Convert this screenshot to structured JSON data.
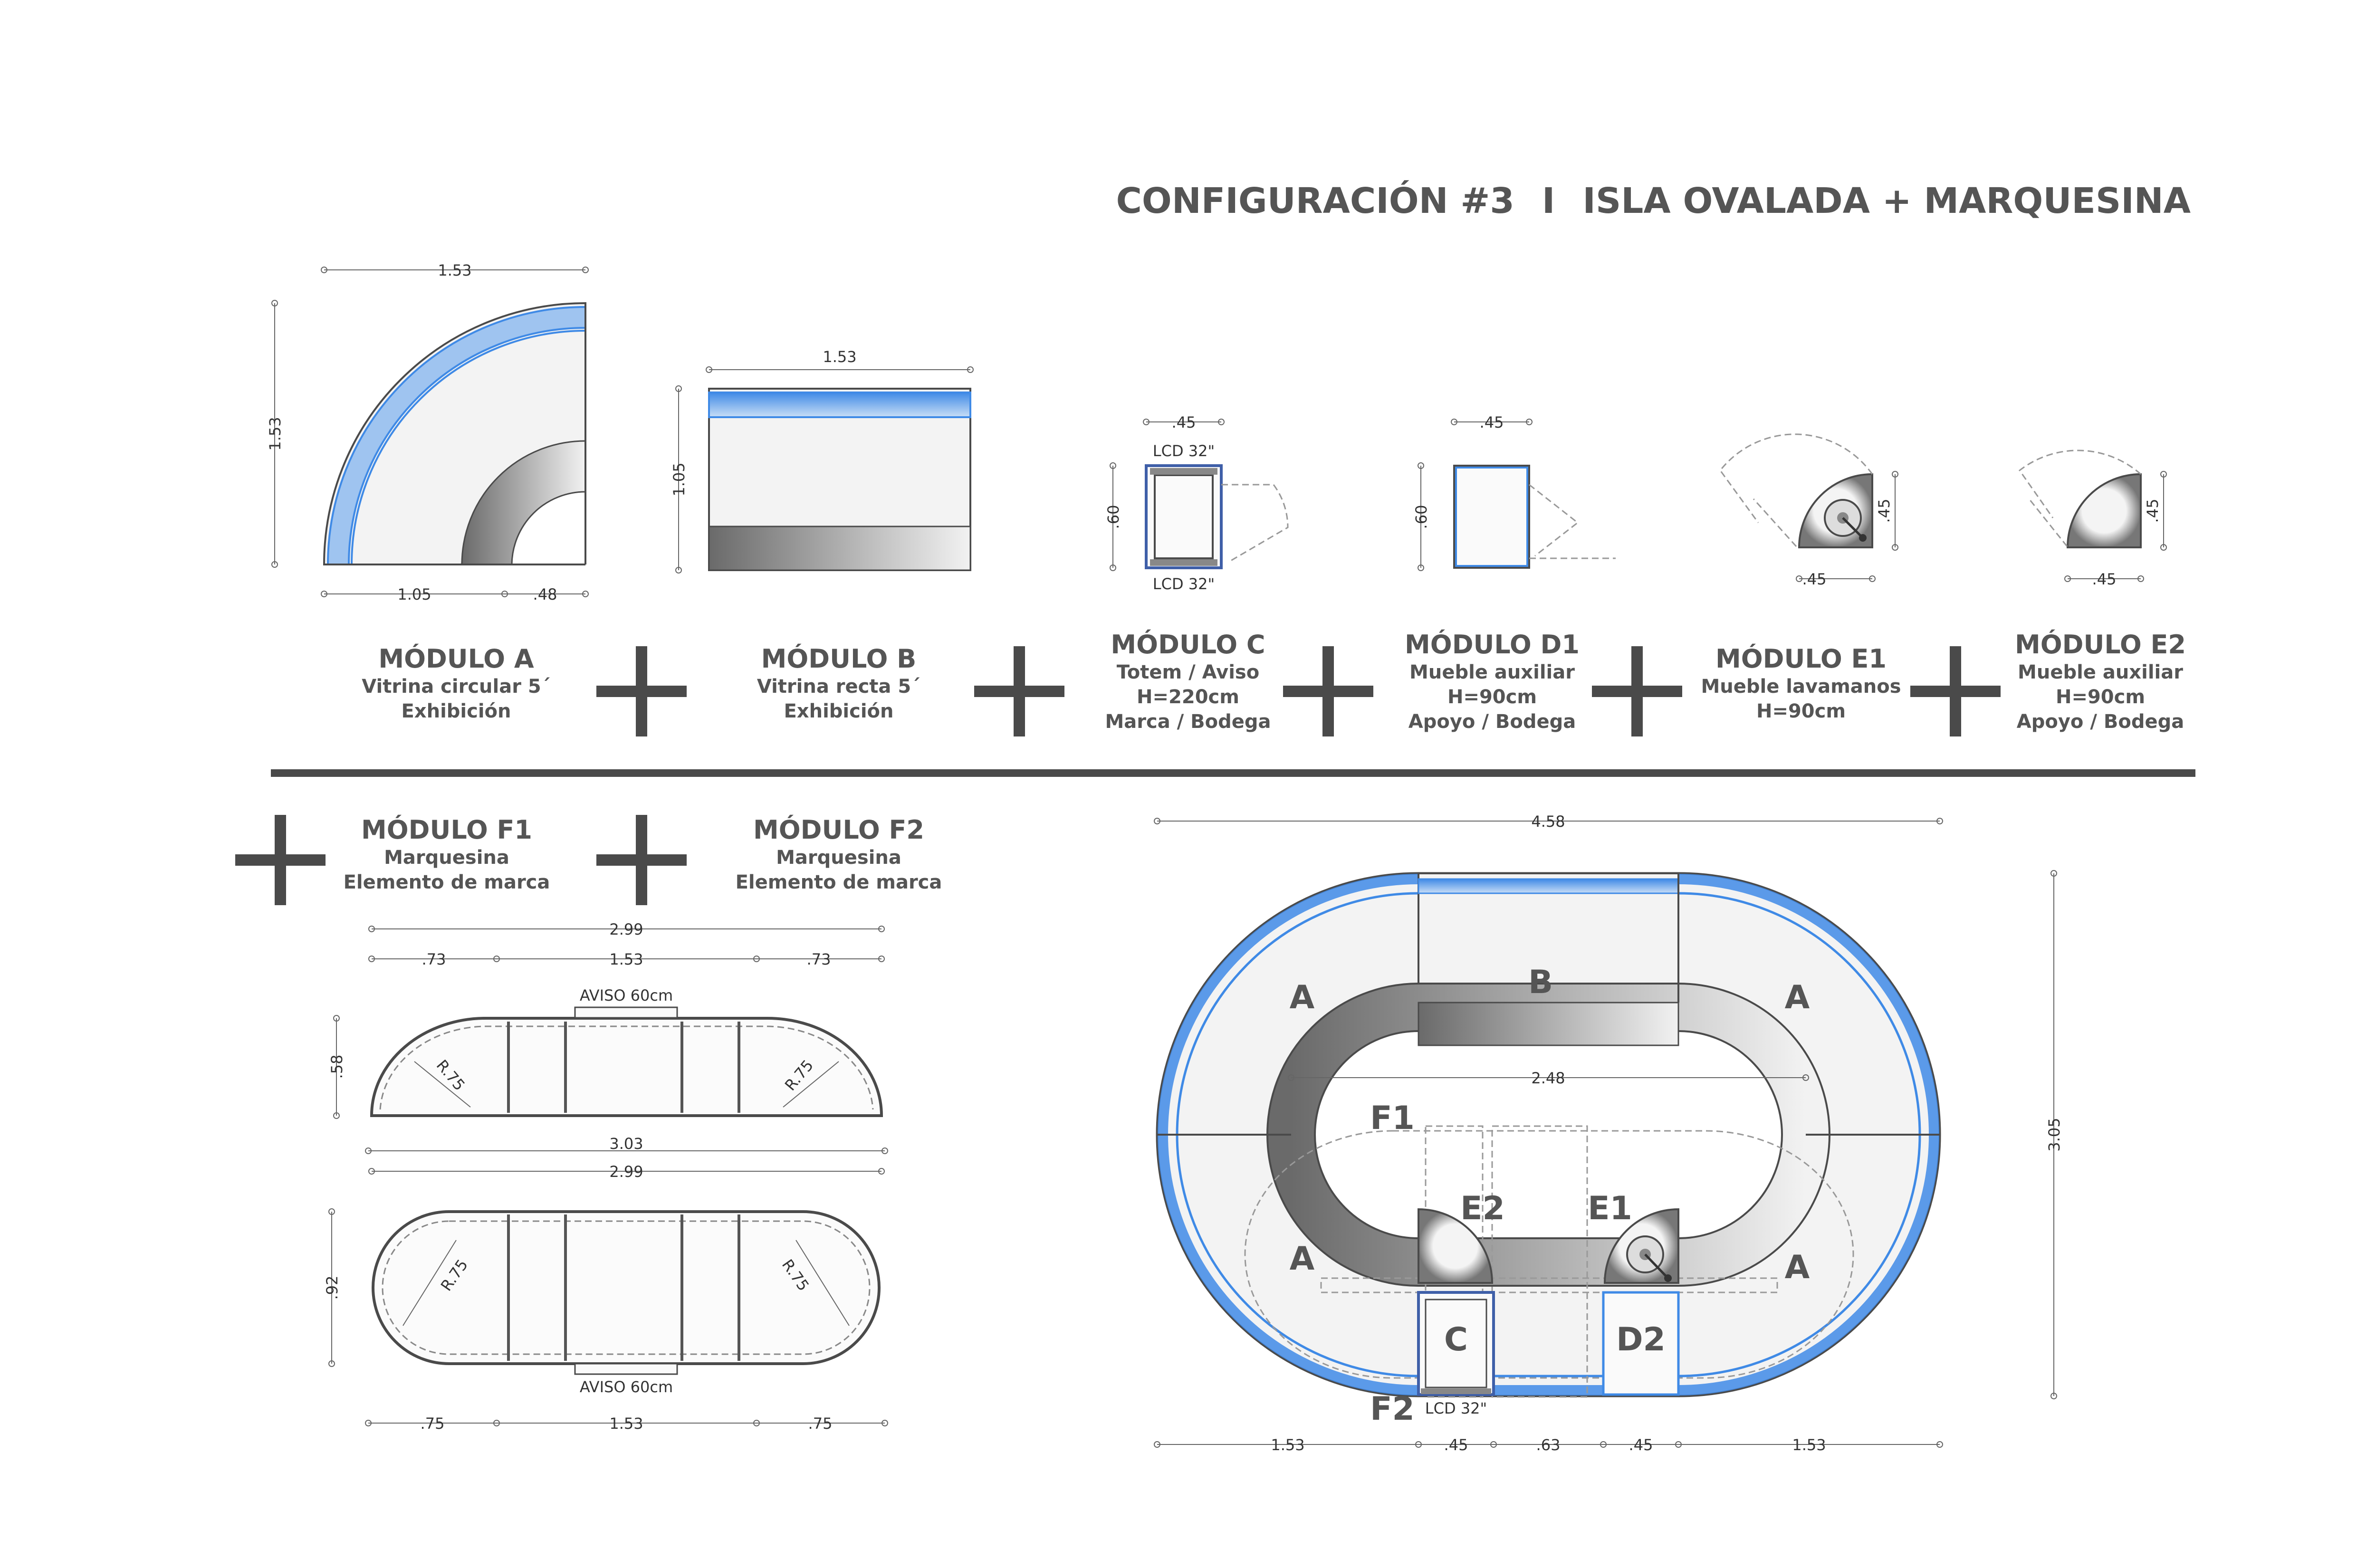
{
  "title": {
    "left": "CONFIGURACIÓN #3",
    "sep": "I",
    "right": "ISLA OVALADA + MARQUESINA"
  },
  "modules": [
    {
      "name": "MÓDULO A",
      "lines": [
        "Vitrina circular 5´",
        "Exhibición"
      ]
    },
    {
      "name": "MÓDULO B",
      "lines": [
        "Vitrina recta 5´",
        "Exhibición"
      ]
    },
    {
      "name": "MÓDULO C",
      "lines": [
        "Totem / Aviso",
        "H=220cm",
        "Marca / Bodega"
      ]
    },
    {
      "name": "MÓDULO D1",
      "lines": [
        "Mueble auxiliar",
        "H=90cm",
        "Apoyo / Bodega"
      ]
    },
    {
      "name": "MÓDULO E1",
      "lines": [
        "Mueble lavamanos",
        "H=90cm"
      ]
    },
    {
      "name": "MÓDULO E2",
      "lines": [
        "Mueble auxiliar",
        "H=90cm",
        "Apoyo / Bodega"
      ]
    },
    {
      "name": "MÓDULO F1",
      "lines": [
        "Marquesina",
        "Elemento de marca"
      ]
    },
    {
      "name": "MÓDULO F2",
      "lines": [
        "Marquesina",
        "Elemento de marca"
      ]
    }
  ],
  "dims": {
    "a_width": "1.53",
    "a_height": "1.53",
    "a_inner": "1.05",
    "a_depth": ".48",
    "b_width": "1.53",
    "b_height": "1.05",
    "c_width": ".45",
    "c_height": ".60",
    "c_lcd_top": "LCD 32\"",
    "c_lcd_bottom": "LCD 32\"",
    "d1_width": ".45",
    "d1_height": ".60",
    "e1_width": ".45",
    "e1_height": ".45",
    "e2_width": ".45",
    "e2_height": ".45",
    "f1_total": "2.99",
    "f1_left": ".73",
    "f1_mid": "1.53",
    "f1_right": ".73",
    "f1_depth": ".58",
    "f1_r_left": "R.75",
    "f1_r_right": "R.75",
    "f1_aviso": "AVISO 60cm",
    "f2_outer": "3.03",
    "f2_total": "2.99",
    "f2_depth": ".92",
    "f2_r_left": "R.75",
    "f2_r_right": "R.75",
    "f2_aviso": "AVISO 60cm",
    "f2_left": ".75",
    "f2_mid": "1.53",
    "f2_right": ".75",
    "plan_width": "4.58",
    "plan_height": "3.05",
    "plan_inner": "2.48",
    "plan_b1": "1.53",
    "plan_b2": ".45",
    "plan_b3": ".63",
    "plan_b4": ".45",
    "plan_b5": "1.53",
    "plan_lcd": "LCD 32\""
  },
  "plan_labels": {
    "a_tl": "A",
    "b": "B",
    "a_tr": "A",
    "f1": "F1",
    "e2": "E2",
    "e1": "E1",
    "a_bl": "A",
    "a_br": "A",
    "c": "C",
    "d2": "D2",
    "f2": "F2"
  },
  "colors": {
    "accent_blue": "#4a90e2",
    "dark": "#4a4a4a"
  }
}
